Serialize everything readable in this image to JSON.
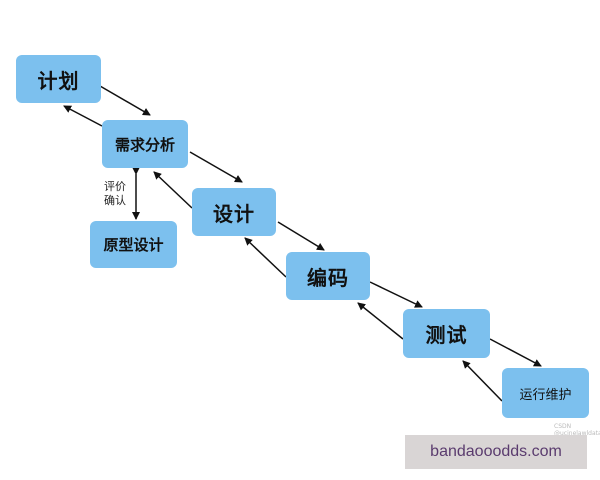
{
  "stages": [
    {
      "id": "plan",
      "label": "计划"
    },
    {
      "id": "requirements",
      "label": "需求分析"
    },
    {
      "id": "prototype",
      "label": "原型设计"
    },
    {
      "id": "design",
      "label": "设计"
    },
    {
      "id": "coding",
      "label": "编码"
    },
    {
      "id": "testing",
      "label": "测试"
    },
    {
      "id": "operation",
      "label": "运行维护"
    }
  ],
  "annotation": {
    "line1": "评价",
    "line2": "确认"
  },
  "watermark": {
    "text": "bandaooodds.com",
    "small_text": "CSDN @ucinelawldata"
  },
  "colors": {
    "box": "#7cc0ee",
    "arrow": "#111111",
    "watermark_bg": "#d9d5d5"
  }
}
